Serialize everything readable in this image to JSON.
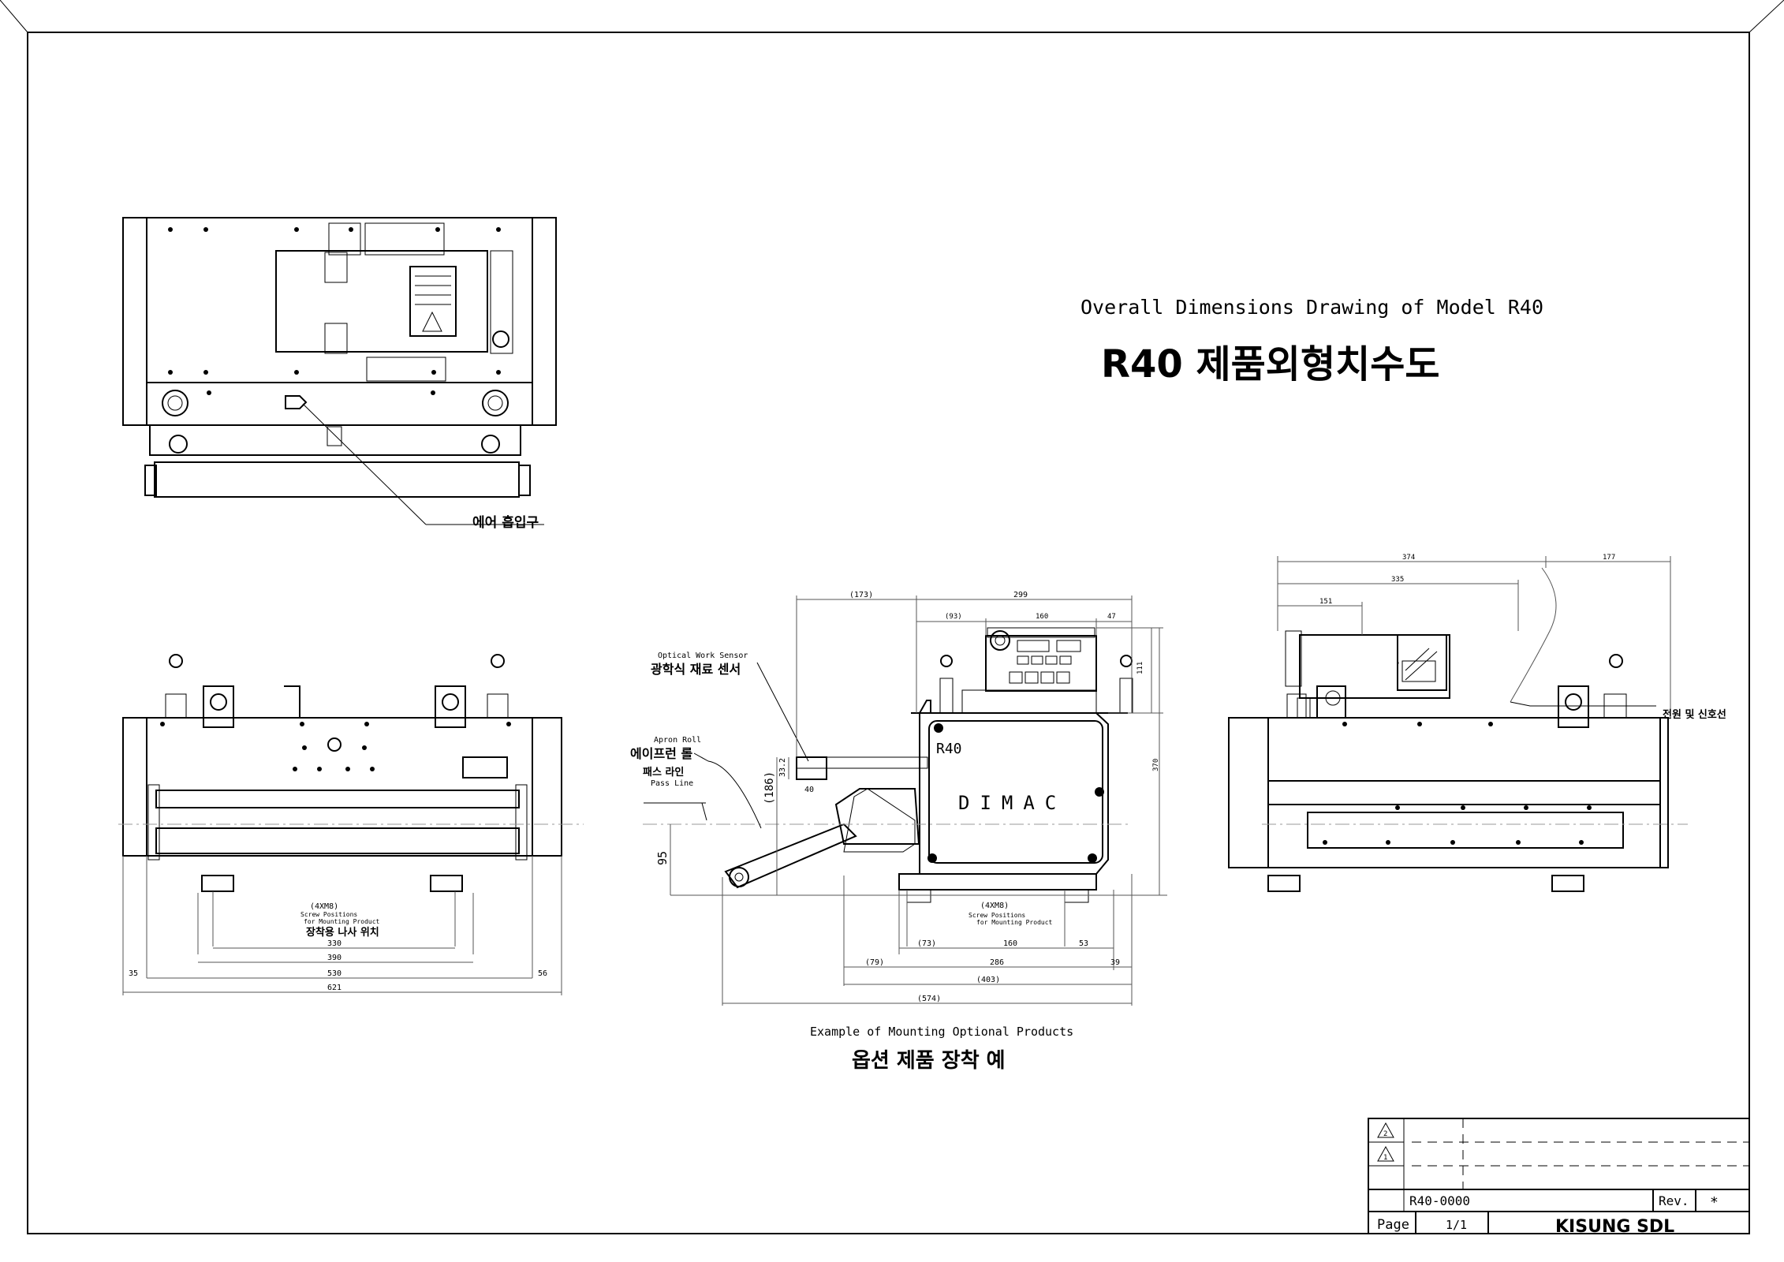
{
  "title": {
    "english": "Overall Dimensions Drawing of Model R40",
    "korean": "R40 제품외형치수도"
  },
  "top_view": {
    "air_inlet_label": "에어 흡입구"
  },
  "front_view": {
    "screw_qty": "(4XM8)",
    "screw_positions_1": "Screw Positions",
    "screw_positions_2": "for Mounting Product",
    "screw_positions_korean": "장착용 나사 위치",
    "dims": [
      "330",
      "390",
      "530",
      "621",
      "35",
      "56"
    ]
  },
  "side_view": {
    "optical_sensor_en": "Optical Work Sensor",
    "optical_sensor_ko": "광학식 재료 센서",
    "apron_roll_en": "Apron Roll",
    "apron_roll_ko": "에이프런 롤",
    "pass_line_ko": "패스 라인",
    "pass_line_en": "Pass Line",
    "body_label": "R40",
    "brand": "DIMAC",
    "screw_qty": "(4XM8)",
    "screw_positions_1": "Screw Positions",
    "screw_positions_2": "for Mounting Product",
    "dims_top": [
      "(173)",
      "299",
      "(93)",
      "160",
      "47"
    ],
    "dims_vert": [
      "111",
      "370",
      "(186)",
      "33.2",
      "95"
    ],
    "dim_40": "40",
    "dims_bottom": [
      "(73)",
      "160",
      "53",
      "(79)",
      "286",
      "39",
      "(403)",
      "(574)"
    ],
    "caption_en": "Example of Mounting Optional Products",
    "caption_ko": "옵션 제품 장착 예"
  },
  "rear_view": {
    "dims": [
      "374",
      "177",
      "335",
      "151"
    ],
    "power_label": "전원 및 신호선"
  },
  "title_block": {
    "rev_mark_2": "2",
    "rev_mark_1": "1",
    "drawing_no": "R40-0000",
    "rev_label": "Rev.",
    "rev_value": "*",
    "page_label": "Page",
    "page_value": "1/1",
    "company": "KISUNG SDL"
  }
}
